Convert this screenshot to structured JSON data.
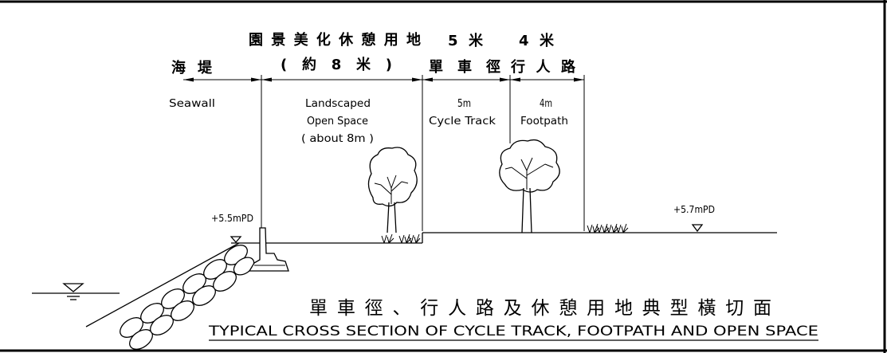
{
  "drawing": {
    "background": "#ffffff",
    "line_color": "#000000"
  },
  "zones_zh": {
    "seawall": "海堤",
    "open_space": "園景美化休憩用地",
    "open_space_width": "(約8米)",
    "cycle_track_width": "5米",
    "cycle_track": "單車徑",
    "footpath_width": "4米",
    "footpath": "行人路"
  },
  "zones_en": {
    "seawall": "Seawall",
    "open_space_line1": "Landscaped",
    "open_space_line2": "Open Space",
    "open_space_line3": "( about 8m )",
    "cycle_track_width": "5m",
    "cycle_track": "Cycle Track",
    "footpath_width": "4m",
    "footpath": "Footpath"
  },
  "levels": {
    "left": "+5.5mPD",
    "right": "+5.7mPD"
  },
  "title": {
    "zh": "單車徑、行人路及休憩用地典型橫切面",
    "en": "TYPICAL CROSS SECTION OF CYCLE TRACK, FOOTPATH AND OPEN SPACE"
  },
  "symbols": {
    "tree": "tree-icon",
    "shrub": "shrub-icon",
    "level_marker": "level-triangle-icon",
    "water_level": "water-level-icon",
    "armour_rock": "rock-icon",
    "wave_wall": "wave-wall-icon"
  }
}
